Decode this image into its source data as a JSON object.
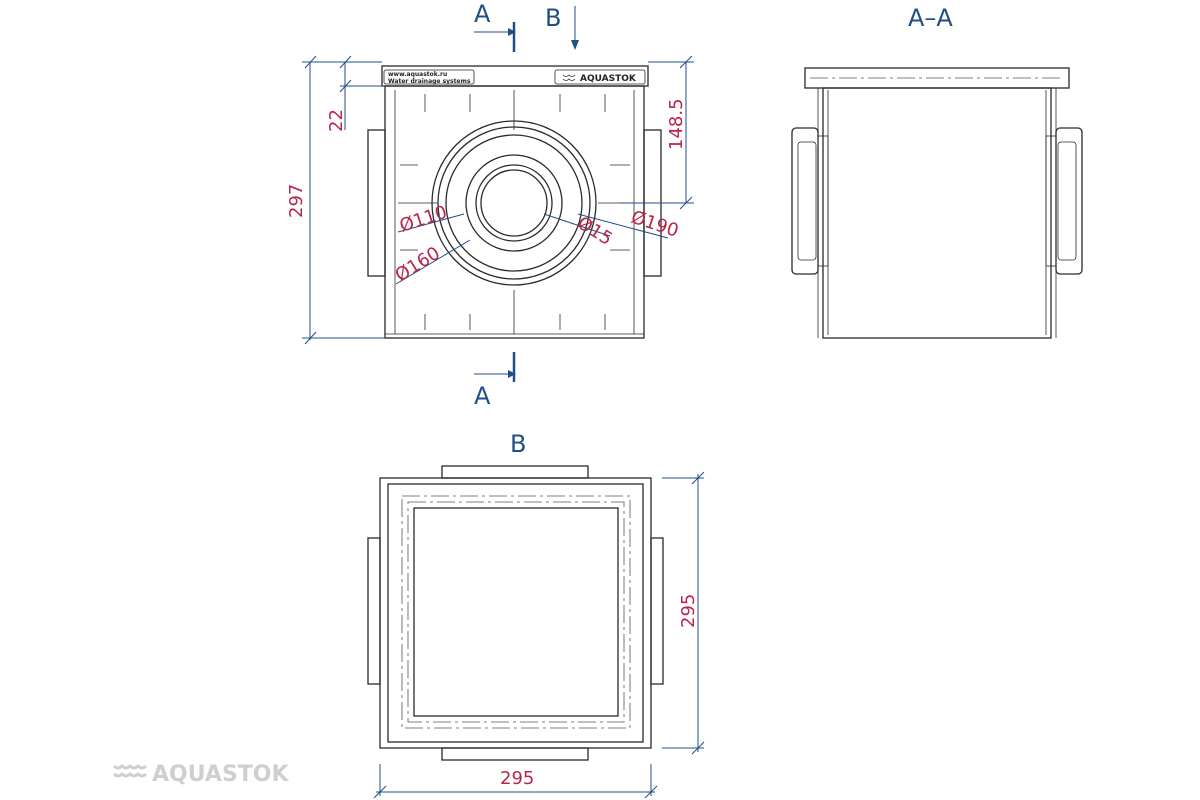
{
  "section_label_a": "A",
  "section_label_b": "B",
  "section_view_title": "A–A",
  "view_b_title": "B",
  "dimensions": {
    "height_297": "297",
    "top_22": "22",
    "depth_148_5": "148.5",
    "dia_110": "Ø110",
    "dia_160": "Ø160",
    "dia_15": "Ø15",
    "dia_190": "Ø190",
    "width_295": "295",
    "height_295": "295"
  },
  "box_text": {
    "url": "www.aquastok.ru",
    "tagline": "Water drainage systems",
    "brand": "AQUASTOK"
  },
  "watermark": "AQUASTOK",
  "colors": {
    "dimension": "#b8254a",
    "leader": "#1f4f86",
    "line": "#2a2a2a",
    "watermark": "#cfcfcf"
  }
}
